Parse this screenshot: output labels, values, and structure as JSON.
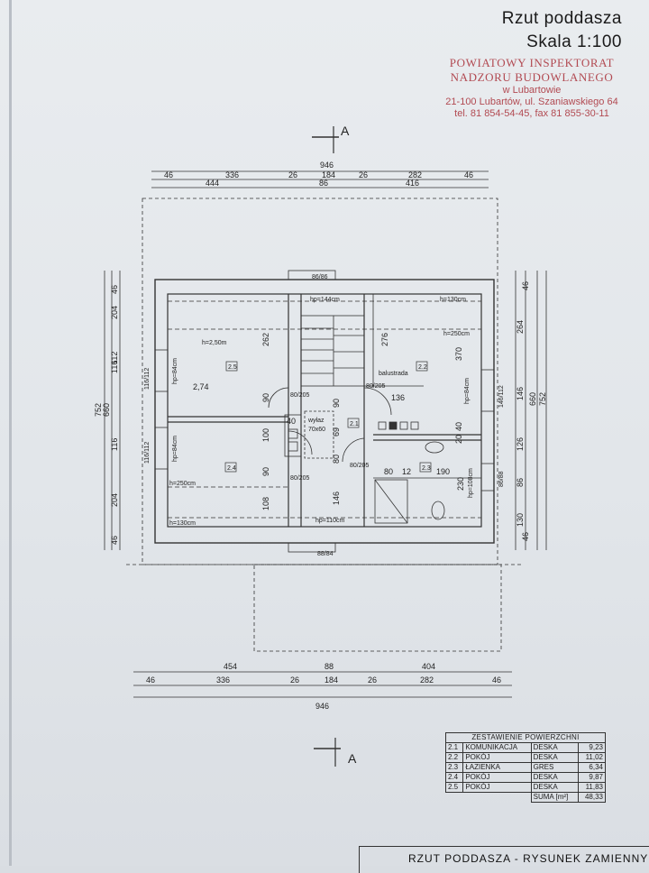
{
  "title": {
    "line1": "Rzut poddasza",
    "line2": "Skala 1:100"
  },
  "stamp": {
    "line1": "POWIATOWY INSPEKTORAT",
    "line2": "NADZORU BUDOWLANEGO",
    "line3": "w Lubartowie",
    "line4": "21-100 Lubartów, ul. Szaniawskiego 64",
    "line5": "tel. 81 854-54-45, fax 81 855-30-11"
  },
  "section_mark": "A",
  "top_dims": {
    "overall": "946",
    "row1": [
      "46",
      "336",
      "26",
      "184",
      "26",
      "282",
      "46"
    ],
    "row2": [
      "444",
      "86",
      "416"
    ]
  },
  "bottom_dims": {
    "row1": [
      "454",
      "88",
      "404"
    ],
    "row2": [
      "46",
      "336",
      "26",
      "184",
      "26",
      "282",
      "46"
    ],
    "overall": "946"
  },
  "left_dims": {
    "outer": "752",
    "mid": "660",
    "inner": [
      "46",
      "204",
      "112",
      "116",
      "116",
      "204",
      "46"
    ]
  },
  "right_dims": {
    "outer": "752",
    "mid": "660",
    "col1": [
      "264",
      "146",
      "126",
      "86",
      "130"
    ],
    "col2": [
      "46",
      "46"
    ]
  },
  "labels": {
    "window_top": "86/86",
    "window_bottom": "88/84",
    "hp_top": "hp=144cm",
    "hp_bottom": "hp=110cm",
    "h130_tr": "h=130cm",
    "h250_r": "h=250cm",
    "h250_l": "h=2,50m",
    "h250_bl": "h=250cm",
    "h130_bl": "h=130cm",
    "room_23_tl": "2.5",
    "room_22": "2.2",
    "room_24": "2.4",
    "room_21": "2.1",
    "room_23": "2.3",
    "level": "2,74",
    "hp84_1": "hp=84cm",
    "hp84_2": "hp=84cm",
    "hp84_3": "hp=84cm",
    "hp108": "hp=108cm",
    "win_l1": "116/112",
    "win_l2": "116/112",
    "win_r1": "146/112",
    "win_r2": "86/88",
    "door1": "80/205",
    "door2": "80/205",
    "door3": "80/205",
    "door4": "80/205",
    "balustrada": "balustrada",
    "wylaz": "wyłaz",
    "wylaz_size": "70x60",
    "d262": "262",
    "d276": "276",
    "d370": "370",
    "d90a": "90",
    "d90b": "90",
    "d90c": "90",
    "d100": "100",
    "d108": "108",
    "d40a": "40",
    "d40b": "40",
    "d69": "69",
    "d80a": "80",
    "d80b": "80",
    "d12": "12",
    "d190": "190",
    "d136": "136",
    "d146": "146",
    "d20": "20",
    "d230": "230"
  },
  "table": {
    "header": "ZESTAWIENIE POWIERZCHNI",
    "rows": [
      {
        "no": "2.1",
        "room": "KOMUNIKACJA",
        "floor": "DESKA",
        "area": "9,23"
      },
      {
        "no": "2.2",
        "room": "POKÓJ",
        "floor": "DESKA",
        "area": "11,02"
      },
      {
        "no": "2.3",
        "room": "ŁAZIENKA",
        "floor": "GRES",
        "area": "6,34"
      },
      {
        "no": "2.4",
        "room": "POKÓJ",
        "floor": "DESKA",
        "area": "9,87"
      },
      {
        "no": "2.5",
        "room": "POKÓJ",
        "floor": "DESKA",
        "area": "11,83"
      }
    ],
    "sum_label": "SUMA [m²]",
    "sum_value": "48,33"
  },
  "footer_label": "RZUT PODDASZA - RYSUNEK ZAMIENNY"
}
